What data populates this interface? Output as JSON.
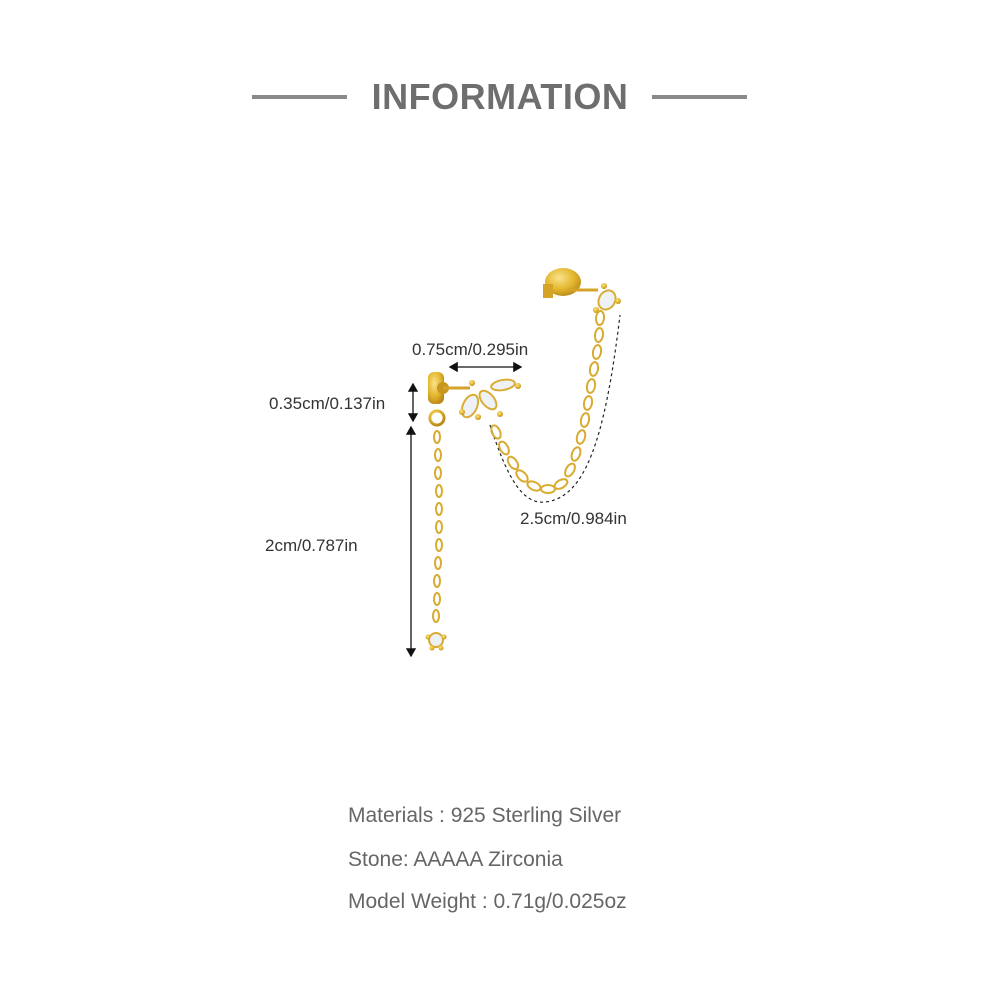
{
  "header": {
    "title": "INFORMATION"
  },
  "dimensions": {
    "stud_width": "0.75cm/0.295in",
    "stud_height": "0.35cm/0.137in",
    "drop_length": "2cm/0.787in",
    "chain_length": "2.5cm/0.984in"
  },
  "specs": [
    {
      "text": "Materials : 925 Sterling Silver"
    },
    {
      "text": "Stone: AAAAA Zirconia"
    },
    {
      "text": "Model Weight : 0.71g/0.025oz"
    }
  ],
  "colors": {
    "gold": "#e2b52c",
    "heading_gray": "#6e6e6e",
    "text_gray": "#666666"
  }
}
